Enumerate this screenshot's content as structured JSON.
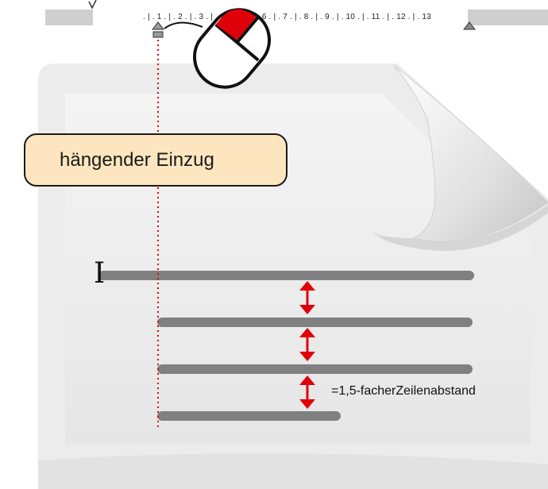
{
  "ruler": {
    "scale_text": ". | . 1 . | . 2 . | . 3 . | . 4 . | . 5 . | . 6 . | . 7 . | . 8 . | . 9 . | . 10 . | . 11 . | . 12 . | . 13"
  },
  "label": {
    "hanging_indent": "hängender Einzug"
  },
  "annotation": {
    "line_spacing": "=1,5-facherZeilenabstand"
  },
  "cursor": {
    "glyph": "I"
  },
  "colors": {
    "accent_red": "#e0000a",
    "label_fill": "#fde6bf",
    "text_line": "#808080",
    "ruler_gray": "#cfcfcf",
    "page_gray": "#ededed"
  },
  "icons": [
    "mouse-icon",
    "indent-marker-icon",
    "text-cursor-icon",
    "double-arrow-icon"
  ]
}
